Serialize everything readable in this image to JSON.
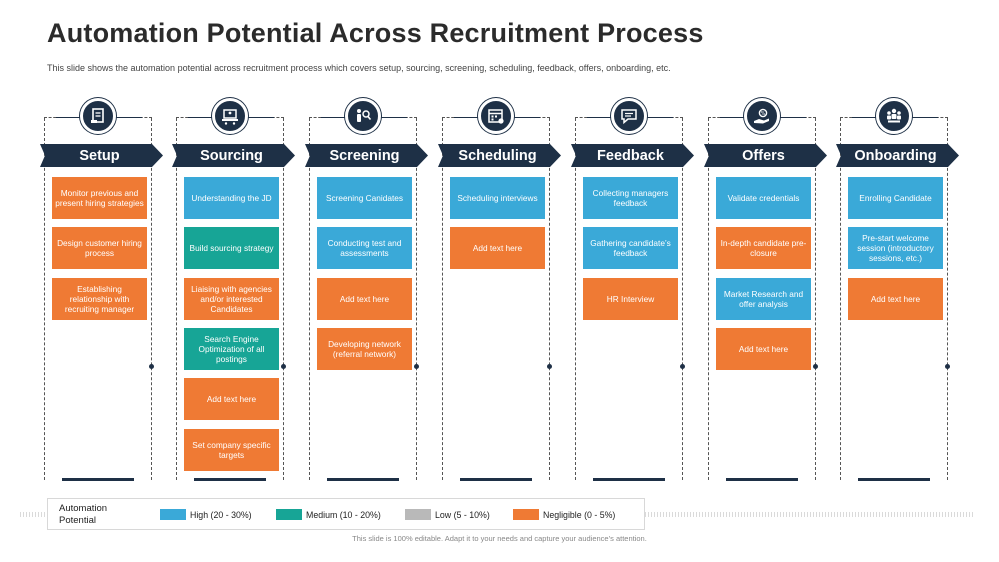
{
  "title": "Automation Potential Across Recruitment Process",
  "subtitle": "This slide shows the automation potential across recruitment process which covers setup, sourcing, screening, scheduling, feedback, offers, onboarding, etc.",
  "columns": [
    {
      "header": "Setup",
      "icon": "document-icon",
      "items": [
        {
          "text": "Monitor previous and present hiring strategies",
          "level": "negligible"
        },
        {
          "text": "Design customer hiring process",
          "level": "negligible"
        },
        {
          "text": "Establishing relationship with recruiting manager",
          "level": "negligible"
        }
      ]
    },
    {
      "header": "Sourcing",
      "icon": "laptop-users-icon",
      "items": [
        {
          "text": "Understanding the JD",
          "level": "high"
        },
        {
          "text": "Build sourcing strategy",
          "level": "medium"
        },
        {
          "text": "Liaising with agencies and/or interested Candidates",
          "level": "negligible"
        },
        {
          "text": "Search Engine Optimization of all postings",
          "level": "medium"
        },
        {
          "text": "Add text here",
          "level": "negligible"
        },
        {
          "text": "Set company specific targets",
          "level": "negligible"
        }
      ]
    },
    {
      "header": "Screening",
      "icon": "people-search-icon",
      "items": [
        {
          "text": "Screening Canidates",
          "level": "high"
        },
        {
          "text": "Conducting test and assessments",
          "level": "high"
        },
        {
          "text": "Add text here",
          "level": "negligible"
        },
        {
          "text": "Developing network (referral network)",
          "level": "negligible"
        }
      ]
    },
    {
      "header": "Scheduling",
      "icon": "calendar-icon",
      "items": [
        {
          "text": "Scheduling interviews",
          "level": "high"
        },
        {
          "text": "Add text here",
          "level": "negligible"
        }
      ]
    },
    {
      "header": "Feedback",
      "icon": "chat-icon",
      "items": [
        {
          "text": "Collecting managers feedback",
          "level": "high"
        },
        {
          "text": "Gathering candidate’s feedback",
          "level": "high"
        },
        {
          "text": "HR Interview",
          "level": "negligible"
        }
      ]
    },
    {
      "header": "Offers",
      "icon": "offer-hand-icon",
      "items": [
        {
          "text": "Validate credentials",
          "level": "high"
        },
        {
          "text": "In-depth candidate pre-closure",
          "level": "negligible"
        },
        {
          "text": "Market Research and offer analysis",
          "level": "high"
        },
        {
          "text": "Add text here",
          "level": "negligible"
        }
      ]
    },
    {
      "header": "Onboarding",
      "icon": "team-icon",
      "items": [
        {
          "text": "Enrolling Candidate",
          "level": "high"
        },
        {
          "text": "Pre-start welcome session (introductory sessions, etc.)",
          "level": "high"
        },
        {
          "text": "Add text here",
          "level": "negligible"
        }
      ]
    }
  ],
  "legend": {
    "title": "Automation Potential",
    "items": [
      {
        "label": "High (20 - 30%)",
        "level": "high",
        "color": "#3aa9d8"
      },
      {
        "label": "Medium (10 - 20%)",
        "level": "medium",
        "color": "#17a596"
      },
      {
        "label": "Low (5 - 10%)",
        "level": "low",
        "color": "#b9b9b9"
      },
      {
        "label": "Negligible (0 - 5%)",
        "level": "negligible",
        "color": "#ef7a34"
      }
    ]
  },
  "footer": "This slide is 100% editable. Adapt it to your needs and capture your audience’s attention.",
  "colors": {
    "navy": "#1e3046",
    "high": "#3aa9d8",
    "medium": "#17a596",
    "low": "#b9b9b9",
    "negligible": "#ef7a34"
  }
}
